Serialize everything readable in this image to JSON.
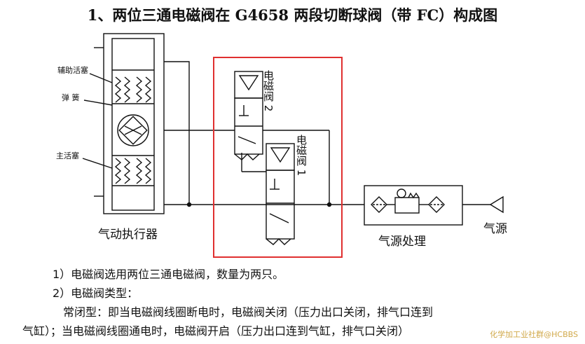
{
  "title": "1、两位三通电磁阀在 G4658 两段切断球阀（带 FC）构成图",
  "diagram": {
    "actuator": {
      "label": "气动执行器",
      "aux_piston": "辅助活塞",
      "spring": "弹 簧",
      "main_piston": "主活塞"
    },
    "valve2": "电磁阀 2",
    "valve1": "电磁阀 1",
    "air_treatment": "气源处理",
    "air_source": "气源",
    "highlight_color": "#e03030"
  },
  "notes": {
    "n1": "1）电磁阀选用两位三通电磁阀，数量为两只。",
    "n2": "2）电磁阀类型：",
    "n3": "常闭型：即当电磁阀线圈断电时，电磁阀关闭（压力出口关闭，排气口连到",
    "n4": "气缸）；当电磁阀线圈通电时，电磁阀开启（压力出口连到气缸，排气口关闭）"
  },
  "watermark": "化学加工业社群@HCBBS"
}
